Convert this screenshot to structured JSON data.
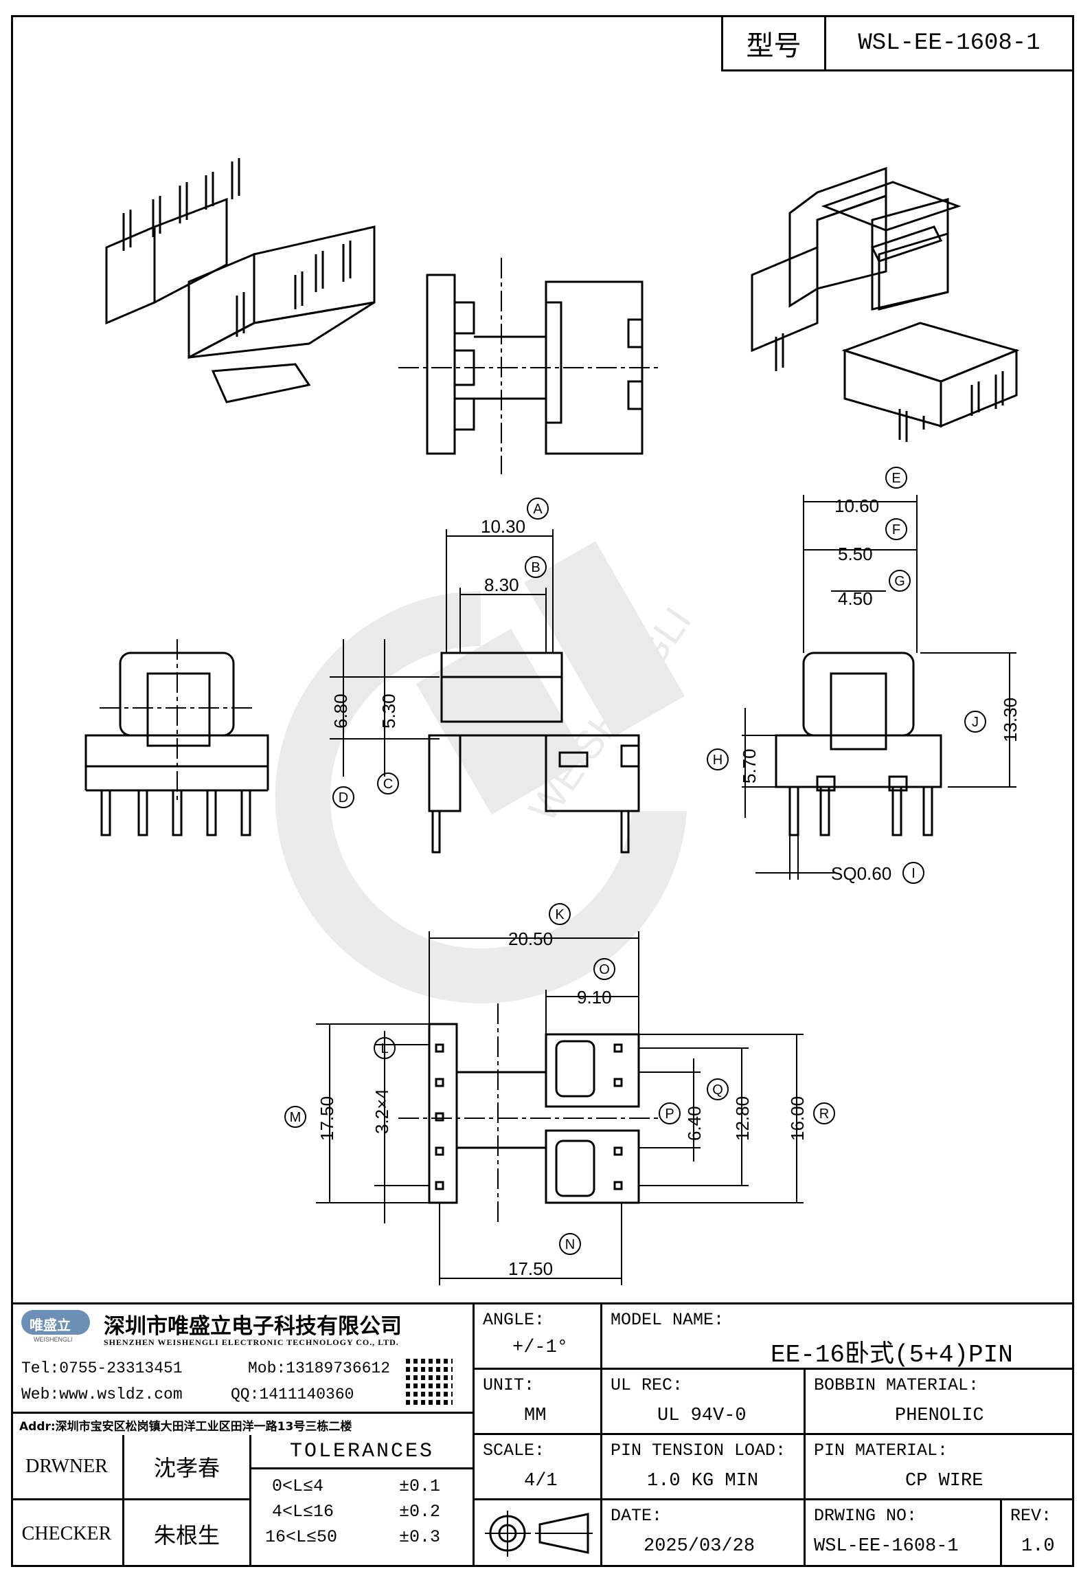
{
  "model_box": {
    "label": "型号",
    "value": "WSL-EE-1608-1"
  },
  "watermark": {
    "text": "WEISHENGLI"
  },
  "dimensions": {
    "A": "10.30",
    "B": "8.30",
    "C": "5.30",
    "D": "6.80",
    "E": "10.60",
    "F": "5.50",
    "G": "4.50",
    "H": "5.70",
    "I": "SQ0.60",
    "J": "13.30",
    "K": "20.50",
    "L": "3.2×4",
    "M": "17.50",
    "N": "17.50",
    "O": "9.10",
    "P": "6.40",
    "Q": "12.80",
    "R": "16.00"
  },
  "markers": {
    "A": "A",
    "B": "B",
    "C": "C",
    "D": "D",
    "E": "E",
    "F": "F",
    "G": "G",
    "H": "H",
    "I": "I",
    "J": "J",
    "K": "K",
    "L": "L",
    "M": "M",
    "N": "N",
    "O": "O",
    "P": "P",
    "Q": "Q",
    "R": "R"
  },
  "company": {
    "logo_text": "唯盛立",
    "logo_sub": "WEISHENGLI",
    "name_cn": "深圳市唯盛立电子科技有限公司",
    "name_en": "SHENZHEN WEISHENGLI ELECTRONIC TECHNOLOGY CO., LTD.",
    "tel": "Tel:0755-23313451",
    "mob": "Mob:13189736612",
    "web": "Web:www.wsldz.com",
    "qq": "QQ:1411140360",
    "addr": "Addr:深圳市宝安区松岗镇大田洋工业区田洋一路13号三栋二楼"
  },
  "title_block": {
    "angle_label": "ANGLE:",
    "angle_value": "+/-1°",
    "model_label": "MODEL NAME:",
    "model_value": "EE-16卧式(5+4)PIN",
    "unit_label": "UNIT:",
    "unit_value": "MM",
    "ul_label": "UL REC:",
    "ul_value": "UL 94V-0",
    "bobbin_label": "BOBBIN MATERIAL:",
    "bobbin_value": "PHENOLIC",
    "drawer_label": "DRWNER",
    "drawer_value": "沈孝春",
    "checker_label": "CHECKER",
    "checker_value": "朱根生",
    "tol_title": "TOLERANCES",
    "tol_rows": [
      {
        "range": "0<L≤4",
        "value": "±0.1"
      },
      {
        "range": "4<L≤16",
        "value": "±0.2"
      },
      {
        "range": "16<L≤50",
        "value": "±0.3"
      }
    ],
    "scale_label": "SCALE:",
    "scale_value": "4/1",
    "pin_tension_label": "PIN TENSION LOAD:",
    "pin_tension_value": "1.0 KG MIN",
    "pin_material_label": "PIN MATERIAL:",
    "pin_material_value": "CP WIRE",
    "date_label": "DATE:",
    "date_value": "2025/03/28",
    "drawing_no_label": "DRWING NO:",
    "drawing_no_value": "WSL-EE-1608-1",
    "rev_label": "REV:",
    "rev_value": "1.0"
  }
}
